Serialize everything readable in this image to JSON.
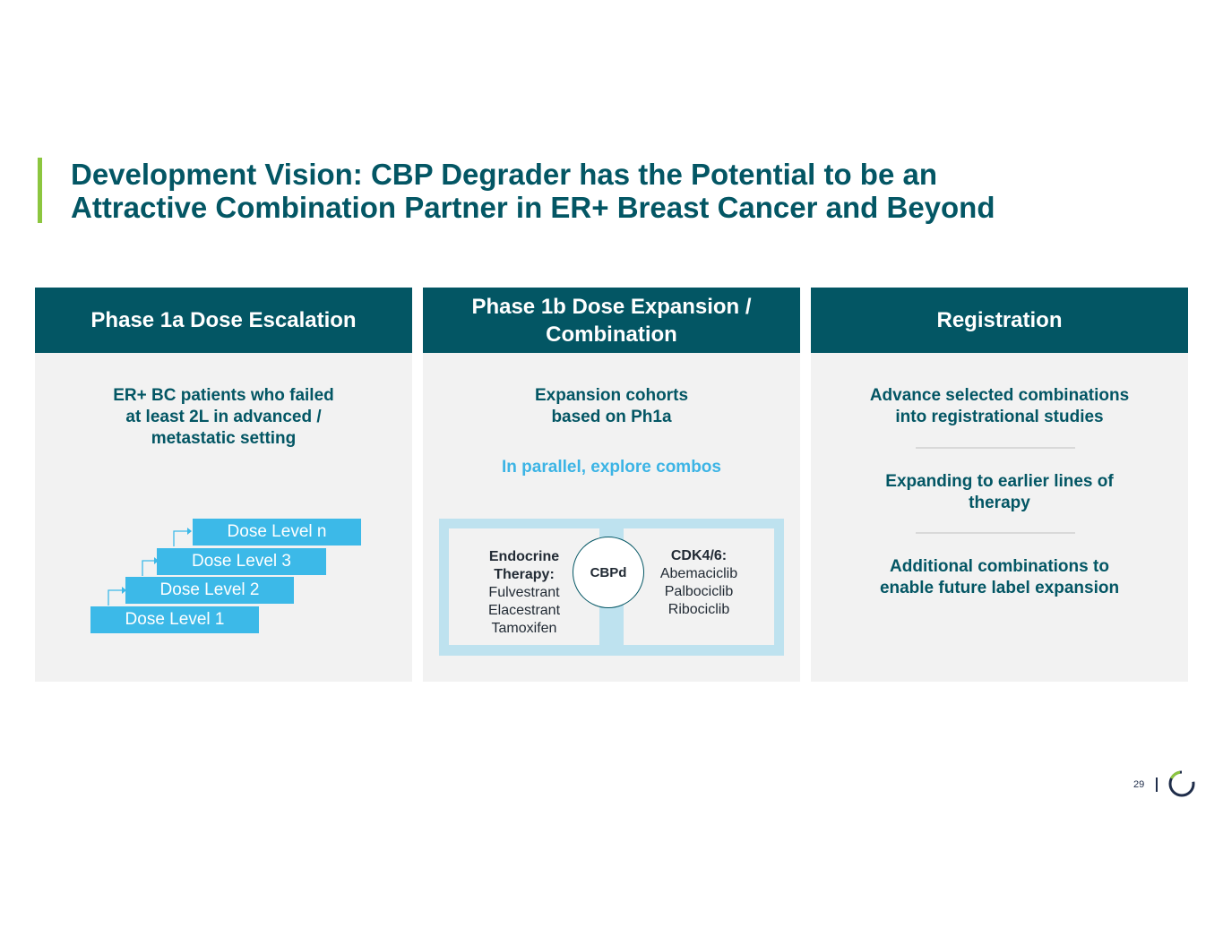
{
  "slide": {
    "title_lines": [
      "Development Vision: CBP Degrader has the Potential to be an",
      "Attractive Combination Partner in ER+ Breast Cancer and Beyond"
    ],
    "page_number": "29",
    "colors": {
      "header_teal": "#035664",
      "accent_green": "#8cc63f",
      "light_blue": "#3cb9e8",
      "panel_gray": "#f2f2f2"
    }
  },
  "columns": [
    {
      "header_lines": [
        "Phase 1a Dose Escalation"
      ],
      "description_lines": [
        "ER+ BC patients who failed",
        "at least 2L in advanced /",
        "metastatic setting"
      ],
      "dose_levels": [
        "Dose Level 1",
        "Dose Level 2",
        "Dose Level 3",
        "Dose Level n"
      ]
    },
    {
      "header_lines": [
        "Phase 1b Dose Expansion /",
        "Combination"
      ],
      "description_lines": [
        "Expansion cohorts",
        "based on Ph1a"
      ],
      "highlight": "In parallel, explore combos",
      "combo": {
        "center": "CBPd",
        "left": {
          "heading_lines": [
            "Endocrine",
            "Therapy:"
          ],
          "items": [
            "Fulvestrant",
            "Elacestrant",
            "Tamoxifen"
          ]
        },
        "right": {
          "heading_lines": [
            "CDK4/6:"
          ],
          "items": [
            "Abemaciclib",
            "Palbociclib",
            "Ribociclib"
          ]
        }
      }
    },
    {
      "header_lines": [
        "Registration"
      ],
      "points": [
        [
          "Advance selected combinations",
          "into registrational studies"
        ],
        [
          "Expanding to earlier lines of",
          "therapy"
        ],
        [
          "Additional combinations to",
          "enable future label expansion"
        ]
      ]
    }
  ]
}
